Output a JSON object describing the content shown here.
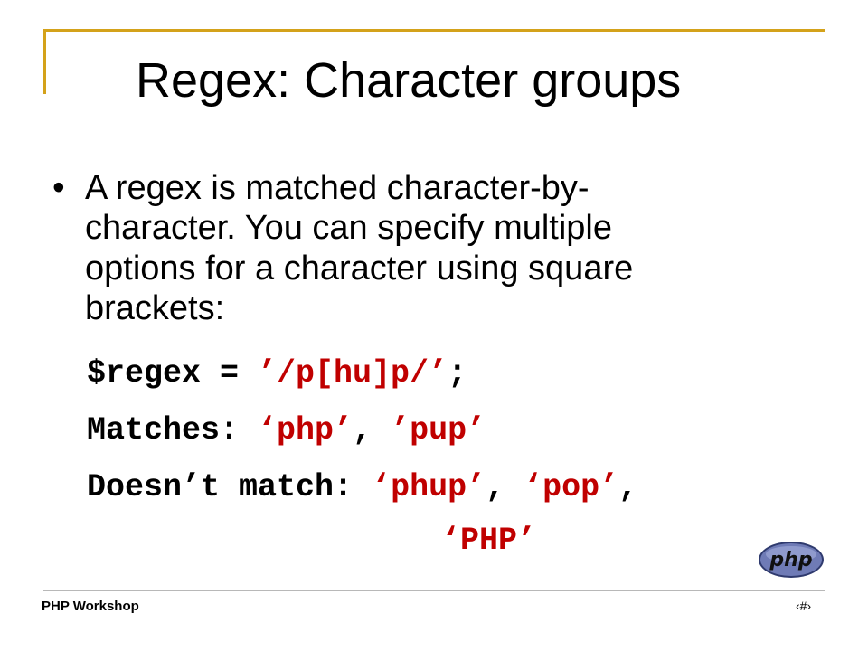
{
  "slide": {
    "title": "Regex: Character groups",
    "bullet_char": "•",
    "body": "A regex is matched character-by-character. You can specify multiple options for a character using square brackets:",
    "code": {
      "line1": {
        "var": "$regex = ",
        "value": "’/p[hu]p/’",
        "end": ";"
      },
      "line2": {
        "label": "Matches: ",
        "m1": "‘php’",
        "sep": ", ",
        "m2": "’pup’"
      },
      "line3": {
        "label": "Doesn’t match: ",
        "n1": "‘phup’",
        "sep1": ", ",
        "n2": "‘pop’",
        "sep2": ","
      },
      "line4": {
        "n3": "‘PHP’"
      }
    },
    "logo_text": "php",
    "footer_left": "PHP Workshop",
    "footer_right": "‹#›"
  },
  "colors": {
    "accent_line": "#d4a21a",
    "code_red": "#c00000",
    "logo_blue": "#6f7bb6"
  }
}
